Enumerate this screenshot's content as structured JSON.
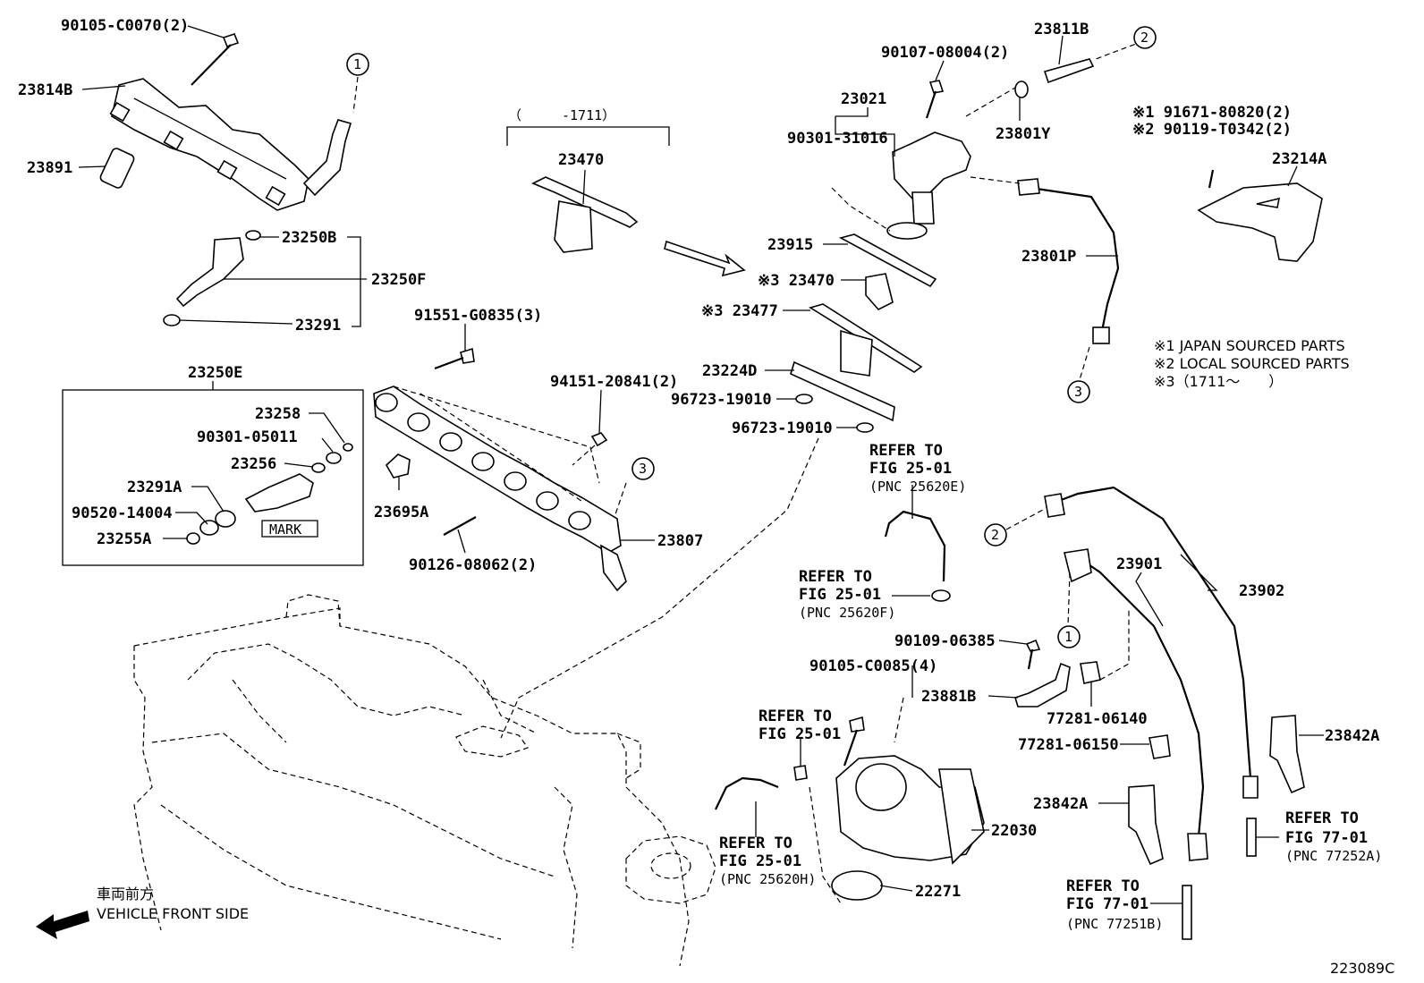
{
  "diagram_id": "223089C",
  "vehicle_front": {
    "jp": "車両前方",
    "en": "VEHICLE FRONT SIDE"
  },
  "notes": [
    "※1 JAPAN SOURCED PARTS",
    "※2 LOCAL SOURCED PARTS",
    "※3（1711～　　）"
  ],
  "range_label": "（　　　-1711）",
  "mark_label": "MARK",
  "callouts": [
    "1",
    "2",
    "3"
  ],
  "labels": {
    "p90105_C0070": "90105-C0070(2)",
    "p23814B": "23814B",
    "p23891": "23891",
    "p23250B": "23250B",
    "p23250F": "23250F",
    "p23291": "23291",
    "p23250E": "23250E",
    "p23258": "23258",
    "p90301_05011": "90301-05011",
    "p23256": "23256",
    "p23291A": "23291A",
    "p90520_14004": "90520-14004",
    "p23255A": "23255A",
    "p91551_G0835": "91551-G0835(3)",
    "p23695A": "23695A",
    "p94151_20841": "94151-20841(2)",
    "p23807": "23807",
    "p90126_08062": "90126-08062(2)",
    "p23470a": "23470",
    "p23915": "23915",
    "p23470b": "※3 23470",
    "p23477": "※3 23477",
    "p23224D": "23224D",
    "p96723_a": "96723-19010",
    "p96723_b": "96723-19010",
    "p90107_08004": "90107-08004(2)",
    "p23021": "23021",
    "p90301_31016": "90301-31016",
    "p23811B": "23811B",
    "p23801Y": "23801Y",
    "p23801P": "23801P",
    "p91671": "※1 91671-80820(2)",
    "p90119": "※2 90119-T0342(2)",
    "p23214A": "23214A",
    "p23901": "23901",
    "p23902": "23902",
    "p90109_06385": "90109-06385",
    "p90105_C0085": "90105-C0085(4)",
    "p23881B": "23881B",
    "p77281_06140": "77281-06140",
    "p77281_06150": "77281-06150",
    "p23842A_r": "23842A",
    "p23842A_l": "23842A",
    "p22030": "22030",
    "p22271": "22271"
  },
  "refers": [
    {
      "a": "REFER TO",
      "b": "FIG 25-01",
      "c": "(PNC 25620E)"
    },
    {
      "a": "REFER TO",
      "b": "FIG 25-01",
      "c": "(PNC 25620F)"
    },
    {
      "a": "REFER TO",
      "b": "FIG 25-01",
      "c": ""
    },
    {
      "a": "REFER TO",
      "b": "FIG 25-01",
      "c": "(PNC 25620H)"
    },
    {
      "a": "REFER TO",
      "b": "FIG 77-01",
      "c": "(PNC 77251B)"
    },
    {
      "a": "REFER TO",
      "b": "FIG 77-01",
      "c": "(PNC 77252A)"
    }
  ]
}
